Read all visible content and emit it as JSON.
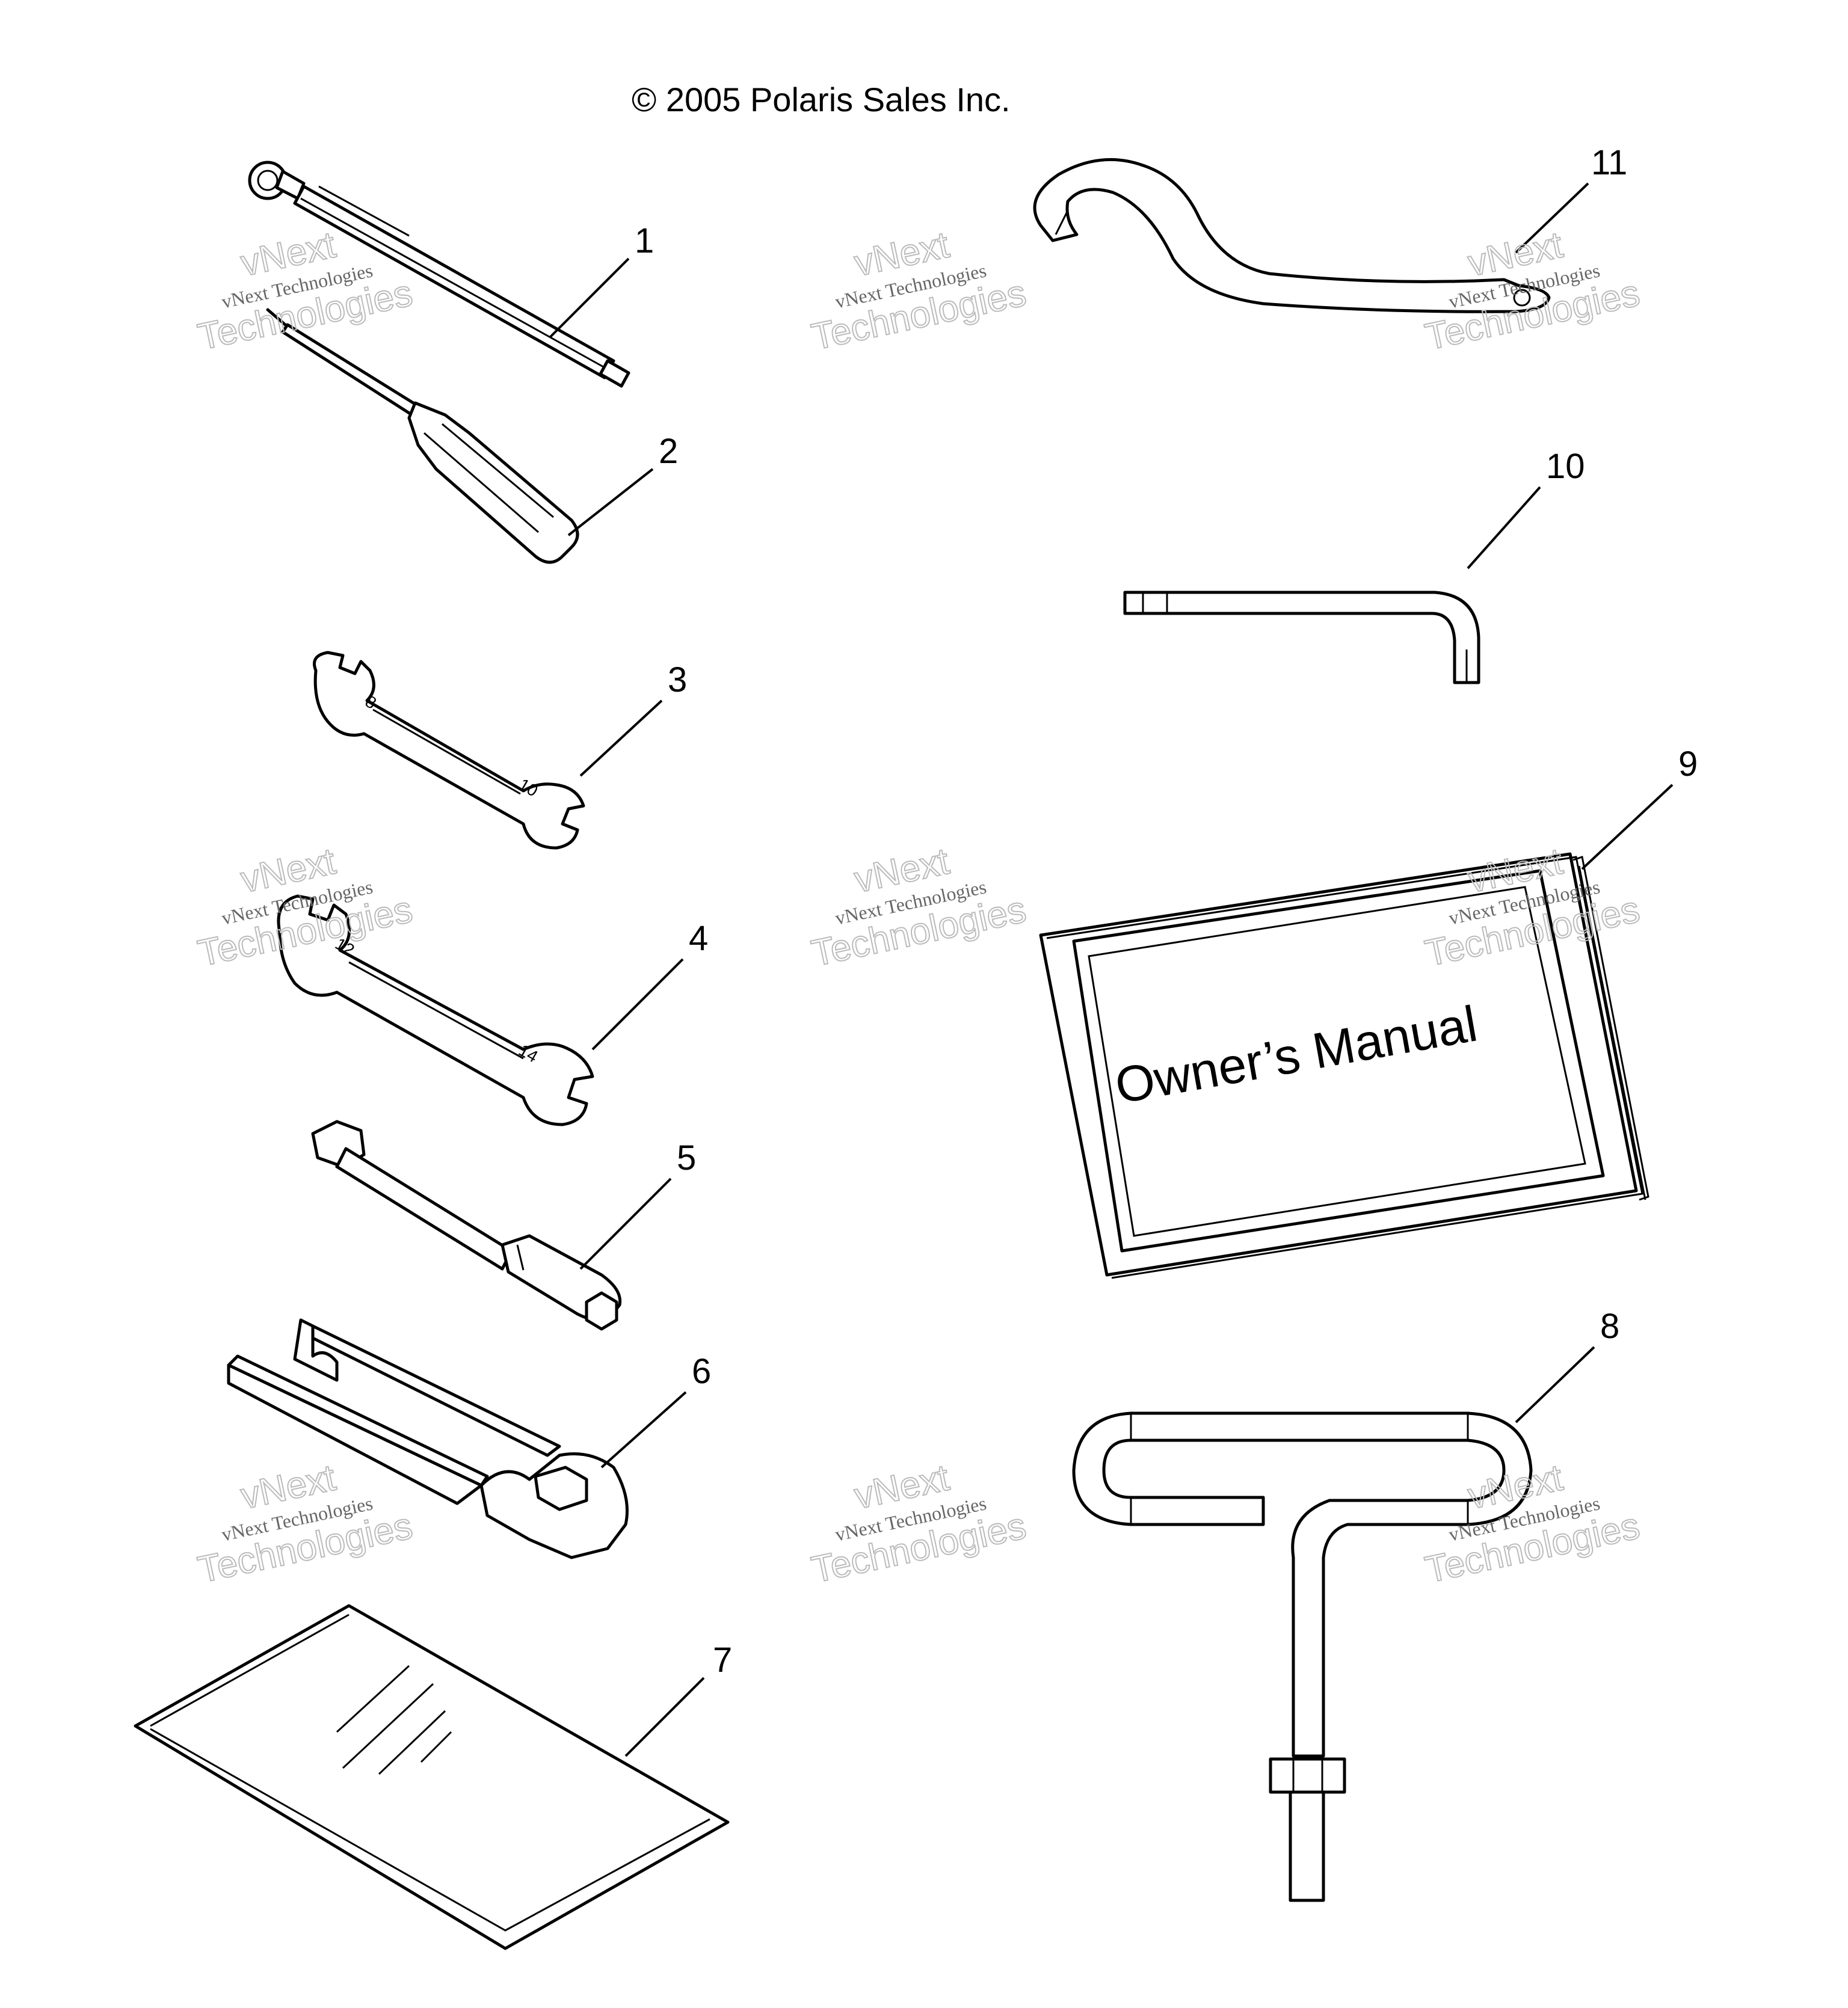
{
  "copyright": "© 2005 Polaris Sales Inc.",
  "manual_cover_text": "Owner’s Manual",
  "callouts": [
    "1",
    "2",
    "3",
    "4",
    "5",
    "6",
    "7",
    "8",
    "9",
    "10",
    "11"
  ],
  "wrench_markings": {
    "wrench_3_small_end": "8",
    "wrench_3_large_end": "10",
    "wrench_4_small_end": "12",
    "wrench_4_large_end": "14"
  },
  "watermark": {
    "line1": "vNext",
    "line2": "vNext Technologies",
    "line3": "Technologies"
  }
}
